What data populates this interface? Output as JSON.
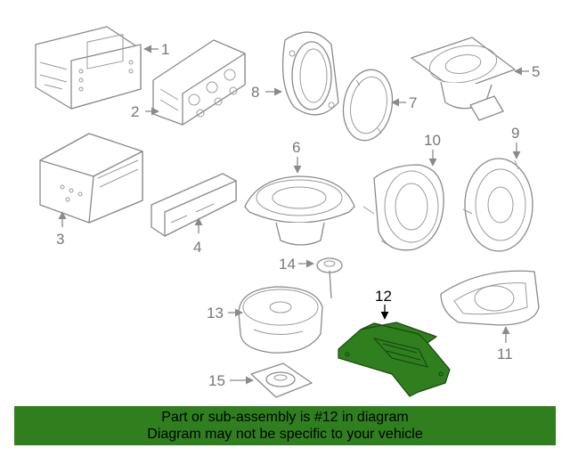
{
  "callouts": [
    "1",
    "2",
    "3",
    "4",
    "5",
    "6",
    "7",
    "8",
    "9",
    "10",
    "11",
    "12",
    "13",
    "14",
    "15"
  ],
  "highlighted_part": "12",
  "banner": {
    "line1": "Part or sub-assembly is #12 in diagram",
    "line2": "Diagram may not be specific to your vehicle",
    "background_color": "#2f7f1e"
  },
  "colors": {
    "line_art": "#8a8a8a",
    "highlight": "#2f7f1e"
  }
}
